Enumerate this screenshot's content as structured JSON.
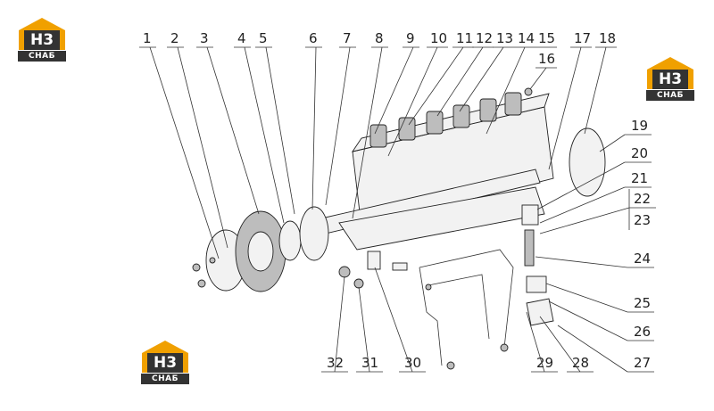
{
  "logos": [
    {
      "id": "logo-top-left",
      "mark": "H3",
      "text": "СНАБ"
    },
    {
      "id": "logo-top-right",
      "mark": "H3",
      "text": "СНАБ"
    },
    {
      "id": "logo-bottom-left",
      "mark": "H3",
      "text": "СНАБ"
    }
  ],
  "callouts_top": [
    "1",
    "2",
    "3",
    "4",
    "5",
    "6",
    "7",
    "8",
    "9",
    "10",
    "11",
    "12",
    "13",
    "14",
    "15",
    "16",
    "17",
    "18"
  ],
  "callouts_right": [
    "19",
    "20",
    "21",
    "22",
    "23",
    "24",
    "25",
    "26",
    "27"
  ],
  "callouts_bottom": [
    "28",
    "29",
    "30",
    "31",
    "32"
  ],
  "colors": {
    "brand_orange": "#f0a000",
    "brand_dark": "#333333",
    "line": "#333333"
  }
}
